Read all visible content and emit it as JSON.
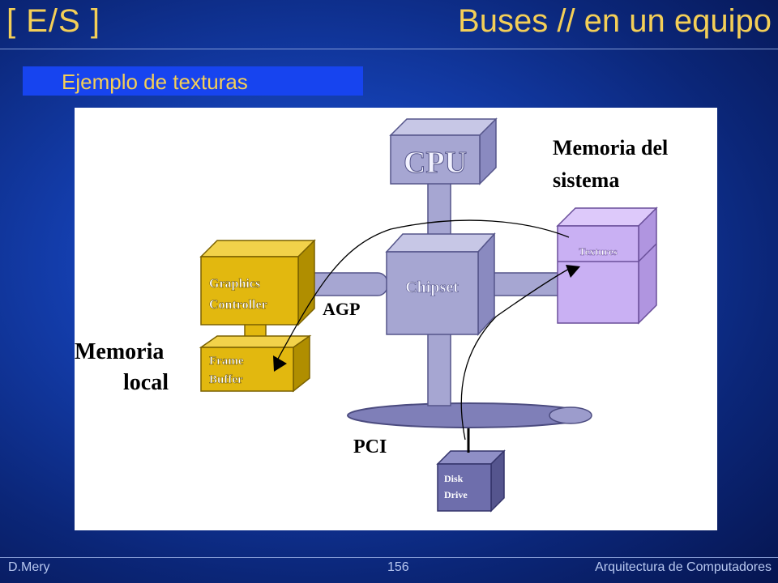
{
  "header": {
    "section_tag": "[ E/S ]",
    "title": "Buses // en un equipo"
  },
  "subtitle": "Ejemplo de texturas",
  "diagram": {
    "cpu": "CPU",
    "chipset": "Chipset",
    "graphics_line1": "Graphics",
    "graphics_line2": "Controller",
    "frame_line1": "Frame",
    "frame_line2": "Buffer",
    "textures": "Textures",
    "disk_line1": "Disk",
    "disk_line2": "Drive",
    "agp": "AGP",
    "pci": "PCI",
    "memoria_sistema_line1": "Memoria del",
    "memoria_sistema_line2": "sistema",
    "memoria_local_line1": "Memoria",
    "memoria_local_line2": "local"
  },
  "colors": {
    "accent": "#f4cf57",
    "gold": "#e2b80f",
    "lavender": "#c9b0f3",
    "steel": "#9c9ccc"
  },
  "footer": {
    "author": "D.Mery",
    "page": "156",
    "course": "Arquitectura de Computadores"
  }
}
